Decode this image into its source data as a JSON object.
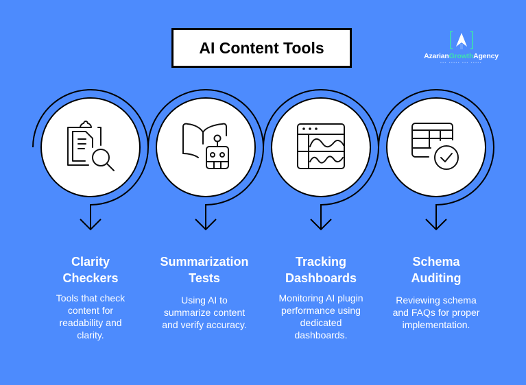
{
  "title": "AI Content Tools",
  "logo": {
    "name_part1": "Azarian",
    "name_part2": "Growth",
    "name_part3": "Agency",
    "colors": {
      "accent": "#3ee0b0",
      "text": "#ffffff"
    }
  },
  "colors": {
    "background": "#4d8bfd",
    "circle_fill": "#ffffff",
    "stroke": "#000000"
  },
  "steps": [
    {
      "icon": "clipboard-search-icon",
      "title_line1": "Clarity",
      "title_line2": "Checkers",
      "desc_lines": [
        "Tools that check",
        "content for",
        "readability and",
        "clarity."
      ]
    },
    {
      "icon": "book-robot-icon",
      "title_line1": "Summarization",
      "title_line2": "Tests",
      "desc_lines": [
        "Using AI to",
        "summarize content",
        "and verify accuracy."
      ]
    },
    {
      "icon": "dashboard-chart-icon",
      "title_line1": "Tracking",
      "title_line2": "Dashboards",
      "desc_lines": [
        "Monitoring AI plugin",
        "performance using",
        "dedicated",
        "dashboards."
      ]
    },
    {
      "icon": "table-check-icon",
      "title_line1": "Schema",
      "title_line2": "Auditing",
      "desc_lines": [
        "Reviewing schema",
        "and FAQs for proper",
        "implementation."
      ]
    }
  ]
}
